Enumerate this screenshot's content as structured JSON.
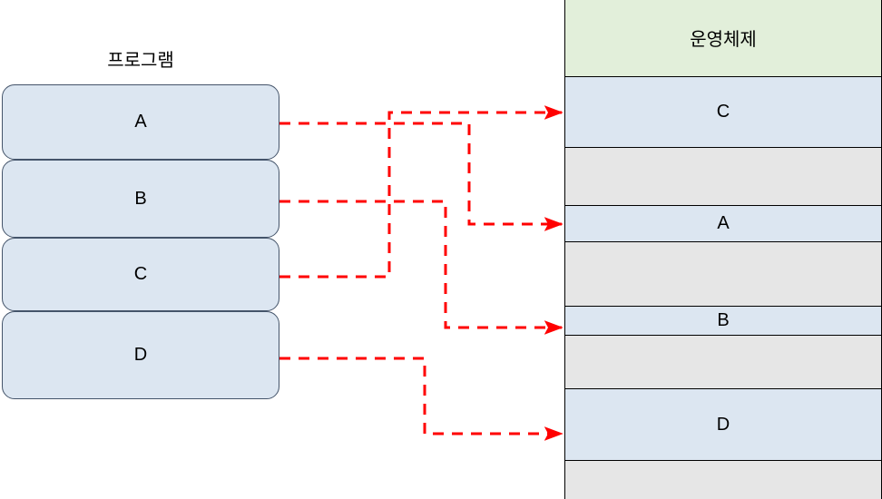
{
  "diagram": {
    "title_left": "프로그램",
    "title_right": "운영체제",
    "accent_color": "#FF0000",
    "program_fill": "#DCE6F1",
    "os_fill": "#E2EFDA",
    "used_fill": "#DCE6F1",
    "free_fill": "#E6E6E6"
  },
  "programs": [
    {
      "label": "A"
    },
    {
      "label": "B"
    },
    {
      "label": "C"
    },
    {
      "label": "D"
    }
  ],
  "memory_blocks": [
    {
      "label": "운영체제",
      "kind": "os"
    },
    {
      "label": "C",
      "kind": "used"
    },
    {
      "label": "",
      "kind": "free"
    },
    {
      "label": "A",
      "kind": "used"
    },
    {
      "label": "",
      "kind": "free"
    },
    {
      "label": "B",
      "kind": "used"
    },
    {
      "label": "",
      "kind": "free"
    },
    {
      "label": "D",
      "kind": "used"
    },
    {
      "label": "",
      "kind": "free"
    }
  ],
  "connections": [
    {
      "from": "A",
      "to": "A"
    },
    {
      "from": "B",
      "to": "B"
    },
    {
      "from": "C",
      "to": "C"
    },
    {
      "from": "D",
      "to": "D"
    }
  ]
}
